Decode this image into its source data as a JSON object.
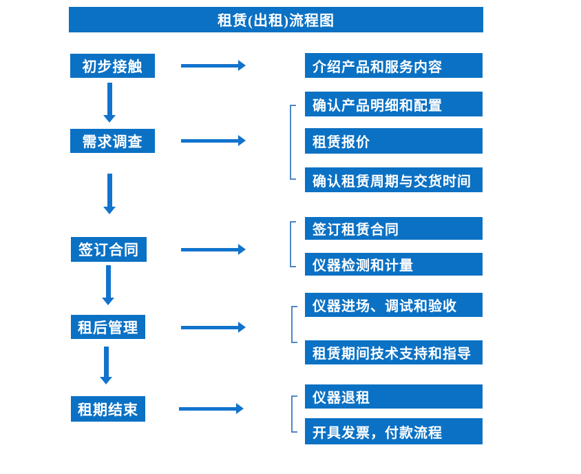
{
  "title": "租赁(出租)流程图",
  "colors": {
    "blue": "#0b71c4",
    "arrow": "#1173cc",
    "bracket": "#4e86c6",
    "text_on_blue": "#ffffff",
    "background": "#ffffff"
  },
  "steps": [
    {
      "label": "初步接触",
      "details": [
        "介绍产品和服务内容"
      ]
    },
    {
      "label": "需求调查",
      "details": [
        "确认产品明细和配置",
        "租赁报价",
        "确认租赁周期与交货时间"
      ]
    },
    {
      "label": "签订合同",
      "details": [
        "签订租赁合同",
        "仪器检测和计量"
      ]
    },
    {
      "label": "租后管理",
      "details": [
        "仪器进场、调试和验收",
        "租赁期间技术支持和指导"
      ]
    },
    {
      "label": "租期结束",
      "details": [
        "仪器退租",
        "开具发票，付款流程"
      ]
    }
  ]
}
